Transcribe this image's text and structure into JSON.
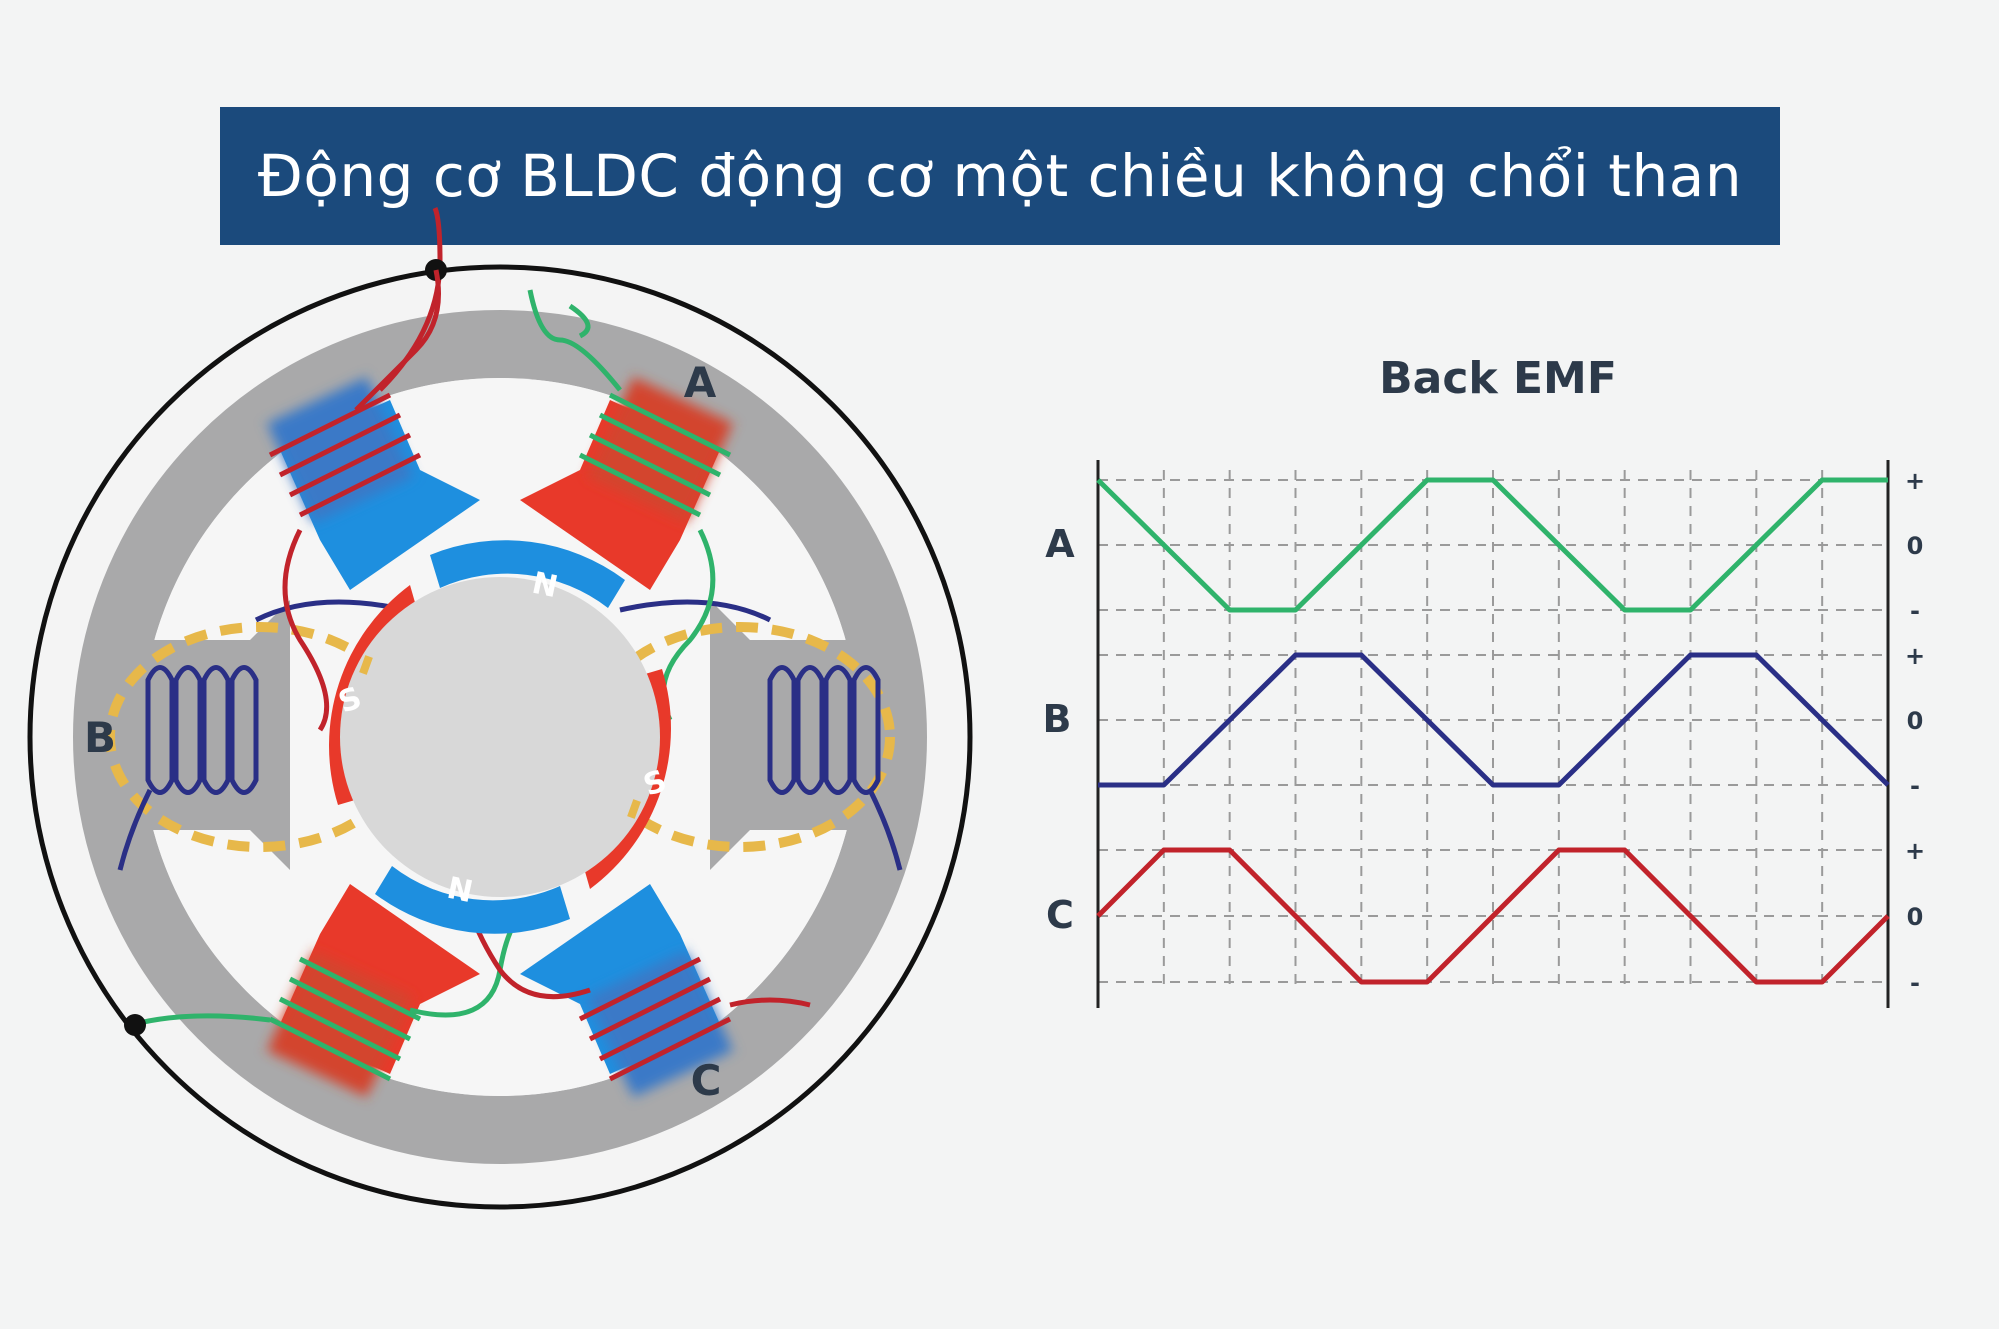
{
  "title": "Động cơ BLDC động cơ một chiều không chổi than",
  "motor": {
    "phase_labels": {
      "a": "A",
      "b": "B",
      "c": "C"
    },
    "rotor_poles": {
      "n_top": "N",
      "n_bottom": "N",
      "s_left": "S",
      "s_right": "S"
    },
    "colors": {
      "red": "#e8392a",
      "blue": "#1e8fdf",
      "green": "#2fb36b",
      "navy": "#2a2f86",
      "stator": "#a9a9aa",
      "flux": "#e7b84a"
    }
  },
  "chart_data": {
    "type": "line",
    "title": "Back EMF",
    "x": [
      0,
      1,
      2,
      3,
      4,
      5,
      6,
      7,
      8,
      9,
      10,
      11,
      12
    ],
    "ylim": [
      -1,
      1
    ],
    "tick_labels": [
      "+",
      "0",
      "-"
    ],
    "grid": true,
    "series": [
      {
        "name": "A",
        "color": "#2fb36b",
        "values": [
          1,
          0,
          -1,
          -1,
          0,
          1,
          1,
          0,
          -1,
          -1,
          0,
          1,
          1
        ]
      },
      {
        "name": "B",
        "color": "#2a2f86",
        "values": [
          -1,
          -1,
          0,
          1,
          1,
          0,
          -1,
          -1,
          0,
          1,
          1,
          0,
          -1
        ]
      },
      {
        "name": "C",
        "color": "#c1232b",
        "values": [
          0,
          1,
          1,
          0,
          -1,
          -1,
          0,
          1,
          1,
          0,
          -1,
          -1,
          0
        ]
      }
    ]
  }
}
